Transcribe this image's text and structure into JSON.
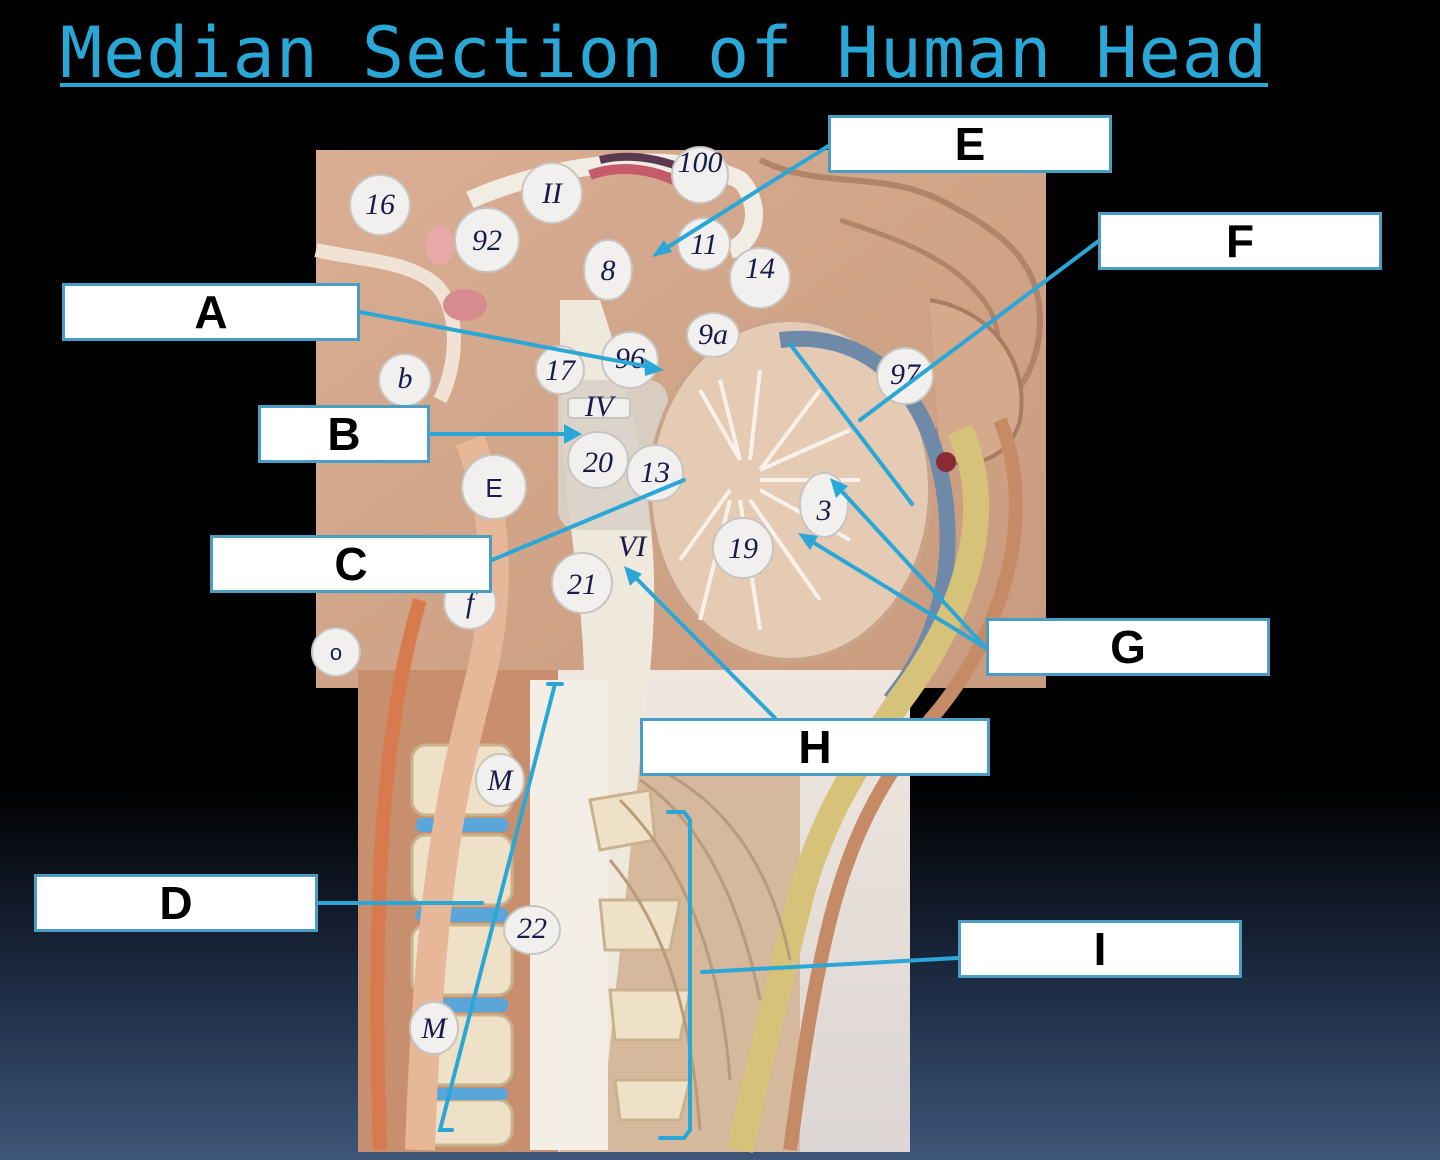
{
  "title": "Median Section of Human Head",
  "labels": {
    "A": "A",
    "B": "B",
    "C": "C",
    "D": "D",
    "E": "E",
    "F": "F",
    "G": "G",
    "H": "H",
    "I": "I"
  },
  "specimen_tags": [
    "16",
    "92",
    "II",
    "100",
    "8",
    "11",
    "14",
    "17",
    "96",
    "9a",
    "b",
    "IV",
    "20",
    "13",
    "E",
    "19",
    "3",
    "97",
    "VI",
    "21",
    "f",
    "o",
    "M",
    "M",
    "22"
  ],
  "colors": {
    "title": "#29a8d8",
    "leader_line": "#2aa7d6",
    "label_border": "#4a9ec4"
  }
}
